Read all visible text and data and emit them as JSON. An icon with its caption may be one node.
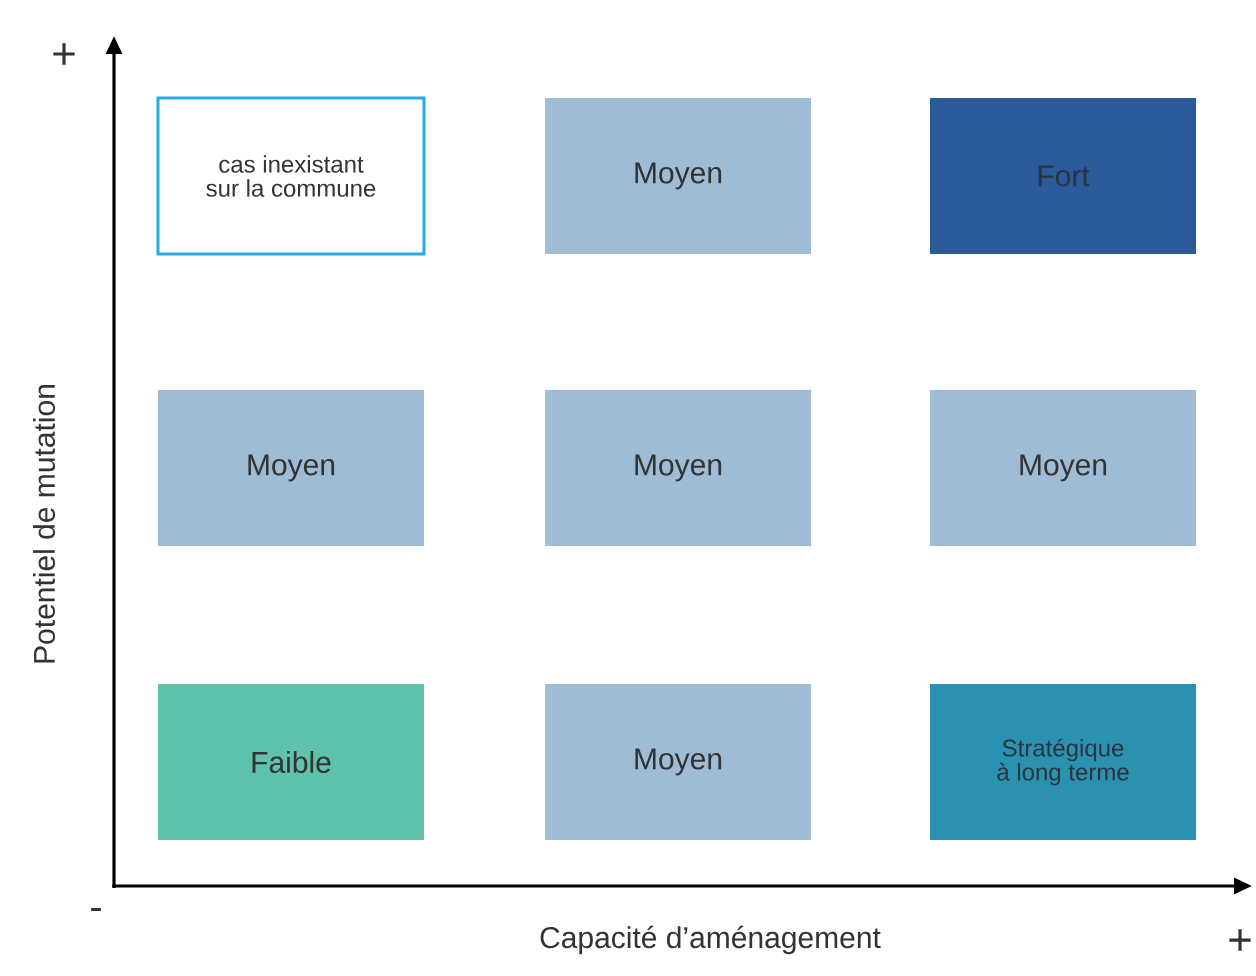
{
  "diagram": {
    "nodes": [
      {
        "text": [
          "cas inexistant sur la commune"
        ]
      },
      {
        "text": [
          "Moyen"
        ]
      },
      {
        "text": [
          "Fort"
        ]
      },
      {
        "text": [
          "Moyen"
        ]
      },
      {
        "text": [
          "Moyen"
        ]
      },
      {
        "text": [
          "Moyen"
        ]
      },
      {
        "text": [
          "Faible"
        ]
      },
      {
        "text": [
          "Moyen"
        ]
      },
      {
        "text": [
          "Stratégique à long terme"
        ]
      }
    ],
    "labels": [
      "+",
      "Potentiel de mutation",
      "-",
      "Capacité d’aménagement",
      "+"
    ]
  }
}
